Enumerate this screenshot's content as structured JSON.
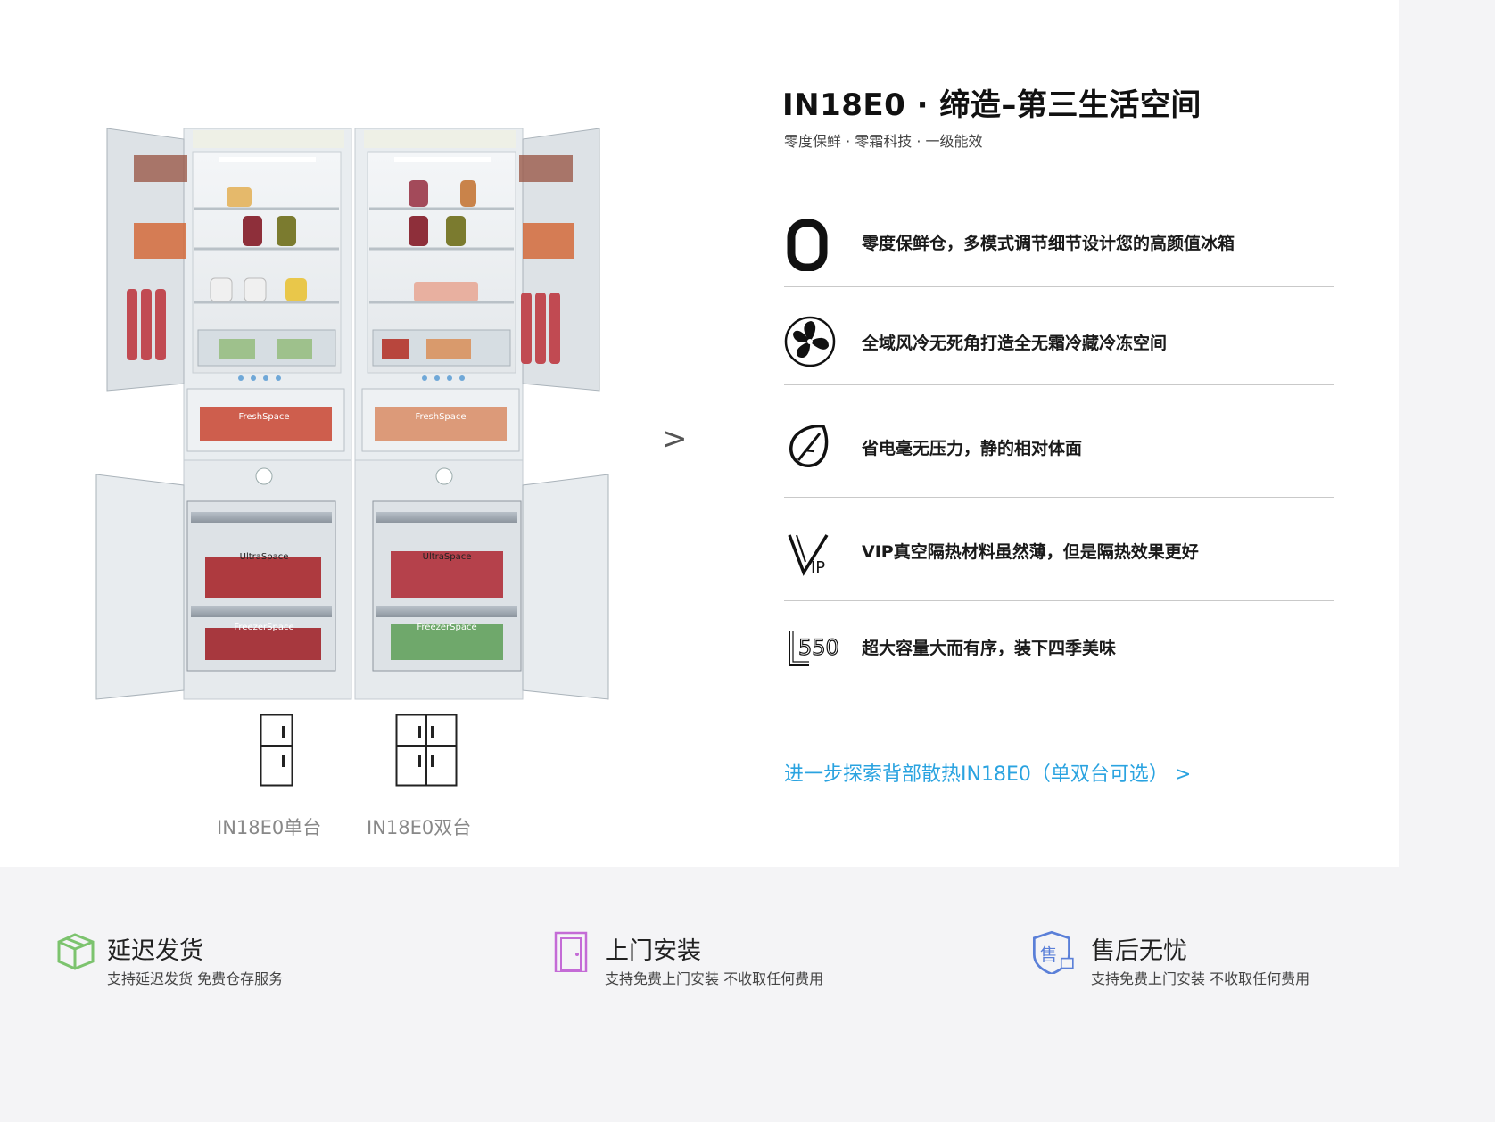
{
  "product": {
    "title": "IN18E0 · 缔造–第三生活空间",
    "subtitle": "零度保鲜 · 零霜科技 · 一级能效"
  },
  "features": [
    {
      "icon": "zero-icon",
      "text": "零度保鲜仓，多模式调节细节设计您的高颜值冰箱"
    },
    {
      "icon": "fan-icon",
      "text": "全域风冷无死角打造全无霜冷藏冷冻空间"
    },
    {
      "icon": "leaf-icon",
      "text": "省电毫无压力，静的相对体面"
    },
    {
      "icon": "vip-icon",
      "text": "VIP真空隔热材料虽然薄，但是隔热效果更好"
    },
    {
      "icon": "capacity-550-icon",
      "text": "超大容量大而有序，装下四季美味"
    }
  ],
  "fridge_labels": {
    "fresh_space": "FreshSpace",
    "ultra_space": "UltraSpace",
    "freezer_space": "FreezerSpace"
  },
  "variants": [
    {
      "label": "IN18E0单台"
    },
    {
      "label": "IN18E0双台"
    }
  ],
  "next_arrow": ">",
  "explore_link": "进一步探索背部散热IN18E0（单双台可选） >",
  "services": [
    {
      "icon": "package-icon",
      "title": "延迟发货",
      "desc": "支持延迟发货 免费仓存服务",
      "color": "#7cc36e"
    },
    {
      "icon": "door-icon",
      "title": "上门安装",
      "desc": "支持免费上门安装 不收取任何费用",
      "color": "#c46bd6"
    },
    {
      "icon": "after-sales-shield-icon",
      "title": "售后无忧",
      "desc": "支持免费上门安装 不收取任何费用",
      "color": "#5a7fd8",
      "icon_char": "售"
    }
  ],
  "colors": {
    "link": "#2aa3e0",
    "divider": "#c9c9c9"
  }
}
